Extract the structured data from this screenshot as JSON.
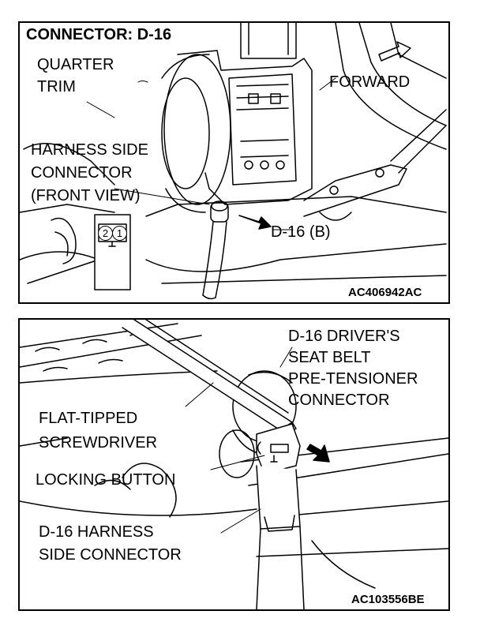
{
  "top_panel": {
    "title": "CONNECTOR: D-16",
    "label_quarter_trim_1": "QUARTER",
    "label_quarter_trim_2": "TRIM",
    "label_forward": "FORWARD",
    "label_harness_1": "HARNESS SIDE",
    "label_harness_2": "CONNECTOR",
    "label_harness_3": "(FRONT VIEW)",
    "label_d16b": "D-16 (B)",
    "pin_2": "2",
    "pin_1": "1",
    "code_main": "AC406942",
    "code_suffix": "AC"
  },
  "bottom_panel": {
    "label_connector_1": "D-16 DRIVER'S",
    "label_connector_2": "SEAT BELT",
    "label_connector_3": "PRE-TENSIONER",
    "label_connector_4": "CONNECTOR",
    "label_screwdriver_1": "FLAT-TIPPED",
    "label_screwdriver_2": "SCREWDRIVER",
    "label_locking": "LOCKING BUTTON",
    "label_harness_1": "D-16 HARNESS",
    "label_harness_2": "SIDE CONNECTOR",
    "code_main": "AC103556",
    "code_suffix": "BE"
  }
}
